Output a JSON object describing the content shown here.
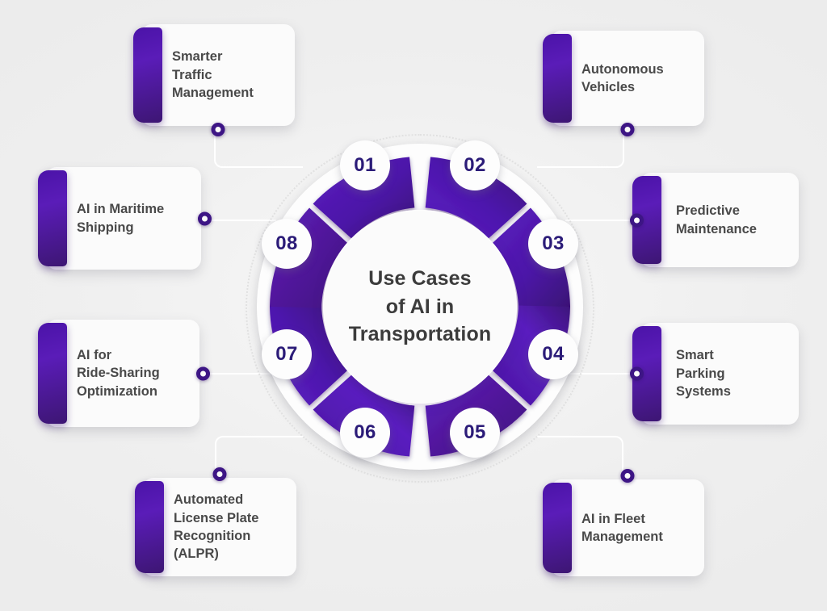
{
  "background_color": "#f0f0f0",
  "accent_color": "#4b13a8",
  "badge_text_color": "#2b1b78",
  "card_text_color": "#494949",
  "center": {
    "title": "Use Cases\nof AI in\nTransportation"
  },
  "segments": [
    {
      "number": "01",
      "label": "Smarter\nTraffic\nManagement",
      "side": "left"
    },
    {
      "number": "02",
      "label": "Autonomous\nVehicles",
      "side": "right"
    },
    {
      "number": "03",
      "label": "Predictive\nMaintenance",
      "side": "right"
    },
    {
      "number": "04",
      "label": "Smart\nParking\nSystems",
      "side": "right"
    },
    {
      "number": "05",
      "label": "AI in Fleet\nManagement",
      "side": "right"
    },
    {
      "number": "06",
      "label": "Automated\nLicense Plate\nRecognition\n(ALPR)",
      "side": "left"
    },
    {
      "number": "07",
      "label": "AI for\nRide-Sharing\nOptimization",
      "side": "left"
    },
    {
      "number": "08",
      "label": "AI in Maritime\nShipping",
      "side": "left"
    }
  ],
  "chart_data": {
    "type": "pie",
    "title": "Use Cases of AI in Transportation",
    "categories": [
      "Smarter Traffic Management",
      "Autonomous Vehicles",
      "Predictive Maintenance",
      "Smart Parking Systems",
      "AI in Fleet Management",
      "Automated License Plate Recognition (ALPR)",
      "AI for Ride-Sharing Optimization",
      "AI in Maritime Shipping"
    ],
    "values": [
      12.5,
      12.5,
      12.5,
      12.5,
      12.5,
      12.5,
      12.5,
      12.5
    ],
    "labels": [
      "01",
      "02",
      "03",
      "04",
      "05",
      "06",
      "07",
      "08"
    ],
    "legend": "none",
    "grid": false,
    "note": "Equal eight-part donut wheel; each wedge is a numbered use case."
  }
}
